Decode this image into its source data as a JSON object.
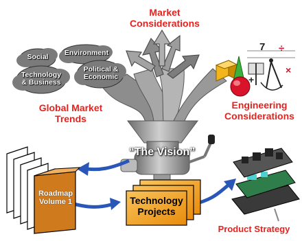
{
  "labels": {
    "market_line1": "Market",
    "market_line2": "Considerations",
    "global_line1": "Global Market",
    "global_line2": "Trends",
    "engineering_line1": "Engineering",
    "engineering_line2": "Considerations",
    "vision": "“The Vision”",
    "product_strategy": "Product Strategy"
  },
  "clouds": {
    "social": "Social",
    "environment": "Environment",
    "technology_line1": "Technology",
    "technology_line2": "& Business",
    "political_line1": "Political &",
    "political_line2": "Economic"
  },
  "roadmap": {
    "line1": "Roadmap",
    "line2": "Volume 1"
  },
  "projects": {
    "line1": "Technology",
    "line2": "Projects"
  },
  "math_symbols": {
    "seven": "7",
    "plus": "+",
    "times": "×",
    "div": "÷"
  },
  "colors": {
    "label_red": "#e8211d",
    "cloud_gray": "#7b7b7b",
    "orange": "#f5a31a",
    "arrow_blue": "#2a56b8",
    "funnel_gray": "#9a9a9a"
  }
}
